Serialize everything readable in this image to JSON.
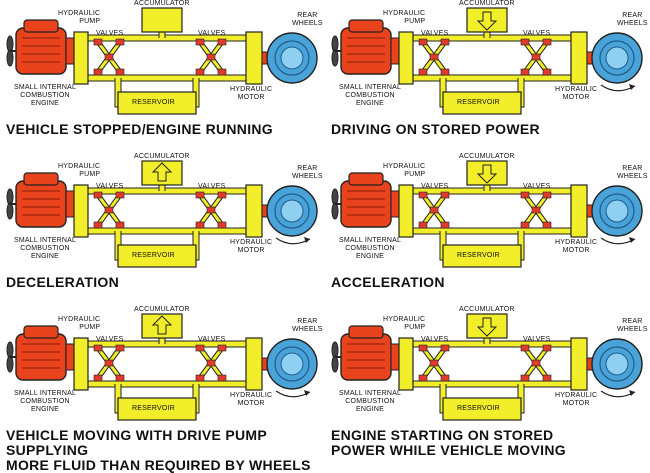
{
  "colors": {
    "engine": "#e8431c",
    "fluid": "#f2ef2a",
    "outline": "#222222",
    "valve": "#e03a2a",
    "wheel": "#4aa3d8",
    "background": "#ffffff"
  },
  "labels": {
    "accumulator": "ACCUMULATOR",
    "hydraulic_pump": "HYDRAULIC\nPUMP",
    "valves": "VALVES",
    "rear_wheels": "REAR\nWHEELS",
    "engine": "SMALL INTERNAL\nCOMBUSTION\nENGINE",
    "reservoir": "RESERVOIR",
    "hydraulic_motor": "HYDRAULIC\nMOTOR"
  },
  "panels": [
    {
      "caption": "VEHICLE STOPPED/ENGINE RUNNING",
      "accumulator_arrow": "none",
      "wheel_arrow": false
    },
    {
      "caption": "DRIVING ON STORED POWER",
      "accumulator_arrow": "down",
      "wheel_arrow": true
    },
    {
      "caption": "DECELERATION",
      "accumulator_arrow": "up",
      "wheel_arrow": true
    },
    {
      "caption": "ACCELERATION",
      "accumulator_arrow": "down",
      "wheel_arrow": true
    },
    {
      "caption": "VEHICLE MOVING WITH DRIVE PUMP SUPPLYING\nMORE FLUID THAN REQUIRED BY WHEELS",
      "accumulator_arrow": "up",
      "wheel_arrow": true
    },
    {
      "caption": "ENGINE STARTING ON STORED\nPOWER WHILE VEHICLE MOVING",
      "accumulator_arrow": "down",
      "wheel_arrow": true
    }
  ]
}
